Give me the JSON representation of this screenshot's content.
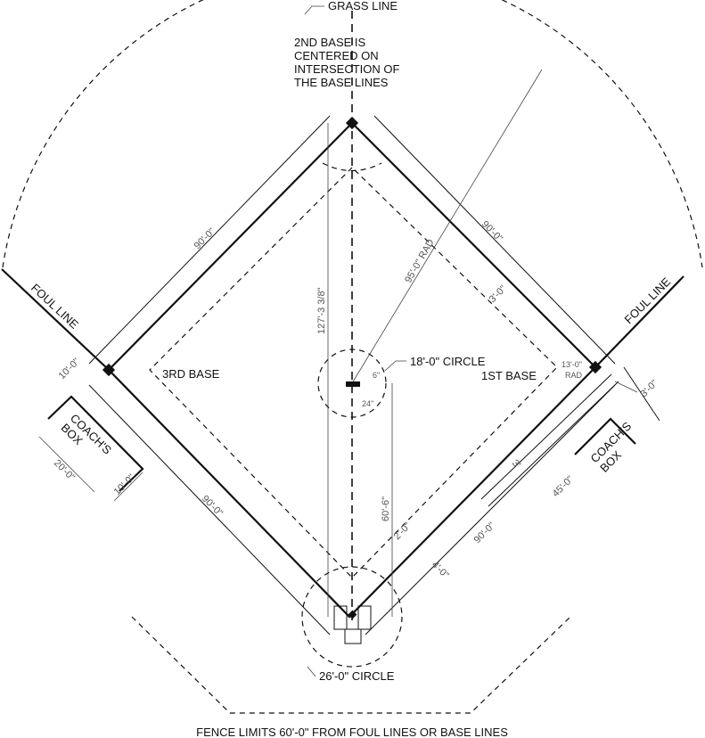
{
  "labels": {
    "grass_line": "GRASS LINE",
    "second_base_note": [
      "2ND BASE IS",
      "CENTERED ON",
      "INTERSECTION OF",
      "THE BASE LINES"
    ],
    "foul_line_left": "FOUL LINE",
    "foul_line_right": "FOUL LINE",
    "third_base": "3RD BASE",
    "first_base": "1ST BASE",
    "mound_circle": "18'-0\" CIRCLE",
    "home_circle": "26'-0\" CIRCLE",
    "coach_box_left": [
      "COACH'S",
      "BOX"
    ],
    "coach_box_right": [
      "COACH'S",
      "BOX"
    ],
    "fence_note": "FENCE LIMITS 60'-0\" FROM FOUL LINES OR BASE LINES"
  },
  "dimensions": {
    "upper_left_baseline": "90'-0\"",
    "upper_right_baseline": "90'-0\"",
    "lower_left_baseline": "90'-0\"",
    "lower_right_baseline": "90'-0\"",
    "home_to_second": "127'-3 3/8\"",
    "grass_radius": "95'-0\" RAD",
    "basepath_width": "3'-0\"",
    "base_radius": "13'-0\"",
    "base_radius_unit": "RAD",
    "right_offset": "3'-0\"",
    "left_offset": "10'-0\"",
    "left_box_length": "20'-0\"",
    "left_box_width": "10'-0\"",
    "mound_to_home": "60'-6\"",
    "rubber_depth": "6\"",
    "rubber_width": "24\"",
    "running_lane_length": "45'-0\"",
    "running_lane_width": "3'",
    "lane_start": "2'-0\"",
    "lane_offset": "4'-0\""
  },
  "colors": {
    "line": "#111111",
    "dimension": "#555555",
    "background": "#ffffff"
  }
}
